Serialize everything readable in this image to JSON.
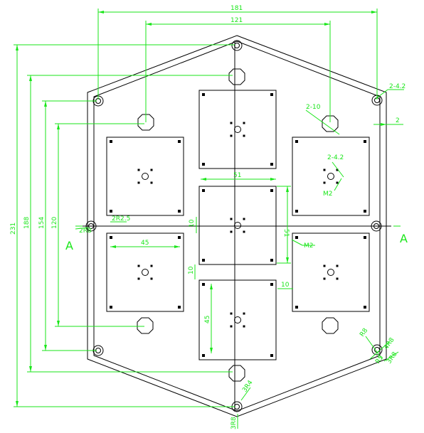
{
  "colors": {
    "dimension": "#19e619",
    "outline": "#000000",
    "background": "#ffffff"
  },
  "dimensions": {
    "top_overall": "181",
    "top_inner": "121",
    "left_overall": "231",
    "left_188": "188",
    "left_154": "154",
    "left_120": "120",
    "center_width": "51",
    "center_height": "51",
    "left_pad_width": "45",
    "bottom_pad_height": "45",
    "gap_1": "10",
    "gap_2": "10",
    "gap_3": "10",
    "hole_right_top": "2-4.2",
    "hole_right_pad": "2-4.2",
    "boss_dia": "2-10",
    "thread_1": "M2",
    "thread_2": "M2",
    "edge_offset": "2",
    "left_r": "2R8",
    "left_r2": "2R2.5",
    "br_r1": "R8",
    "br_r2": "4R8",
    "br_r3": "R5",
    "br_r4": "3R8",
    "bottom_r": "3R4",
    "bottom_small": "3R8"
  },
  "section_labels": {
    "left": "A",
    "right": "A"
  }
}
